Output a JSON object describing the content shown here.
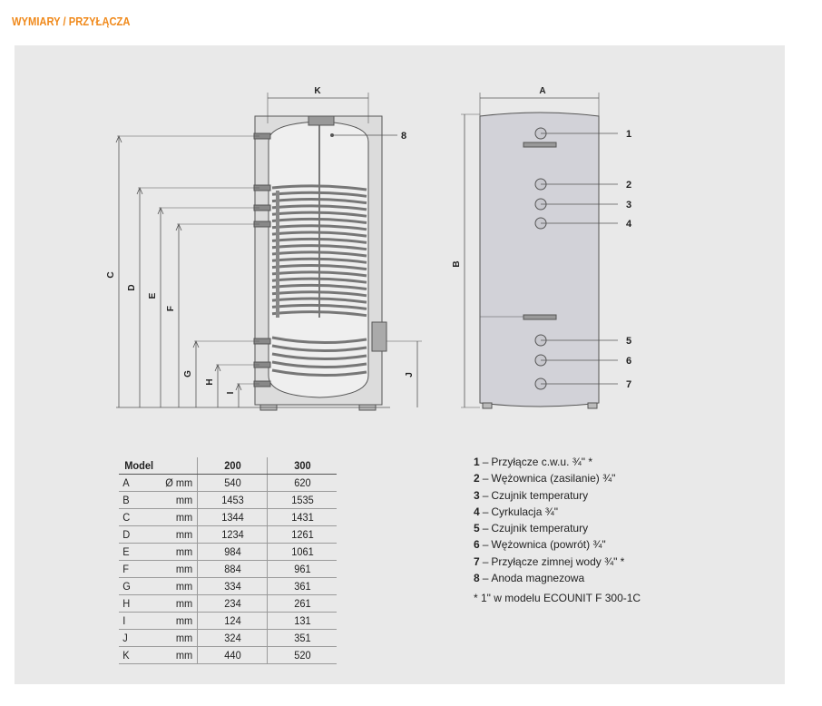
{
  "title": "WYMIARY / PRZYŁĄCZA",
  "diagram": {
    "left_dims": [
      "C",
      "D",
      "E",
      "F",
      "G",
      "H",
      "I"
    ],
    "right_dim": "J",
    "top_dim_left": "K",
    "top_dim_right": "A",
    "height_dim_right": "B",
    "left_callout": "8",
    "right_callouts": [
      "1",
      "2",
      "3",
      "4",
      "5",
      "6",
      "7"
    ]
  },
  "table": {
    "header": {
      "model": "Model",
      "col1": "200",
      "col2": "300"
    },
    "rows": [
      {
        "label": "A",
        "unit": "Ø mm",
        "v200": "540",
        "v300": "620"
      },
      {
        "label": "B",
        "unit": "mm",
        "v200": "1453",
        "v300": "1535"
      },
      {
        "label": "C",
        "unit": "mm",
        "v200": "1344",
        "v300": "1431"
      },
      {
        "label": "D",
        "unit": "mm",
        "v200": "1234",
        "v300": "1261"
      },
      {
        "label": "E",
        "unit": "mm",
        "v200": "984",
        "v300": "1061"
      },
      {
        "label": "F",
        "unit": "mm",
        "v200": "884",
        "v300": "961"
      },
      {
        "label": "G",
        "unit": "mm",
        "v200": "334",
        "v300": "361"
      },
      {
        "label": "H",
        "unit": "mm",
        "v200": "234",
        "v300": "261"
      },
      {
        "label": "I",
        "unit": "mm",
        "v200": "124",
        "v300": "131"
      },
      {
        "label": "J",
        "unit": "mm",
        "v200": "324",
        "v300": "351"
      },
      {
        "label": "K",
        "unit": "mm",
        "v200": "440",
        "v300": "520"
      }
    ]
  },
  "legend": {
    "dash": "–",
    "items": [
      {
        "num": "1",
        "text": "Przyłącze c.w.u. ¾\" *"
      },
      {
        "num": "2",
        "text": "Wężownica (zasilanie) ¾\""
      },
      {
        "num": "3",
        "text": "Czujnik temperatury"
      },
      {
        "num": "4",
        "text": "Cyrkulacja ¾\""
      },
      {
        "num": "5",
        "text": "Czujnik temperatury"
      },
      {
        "num": "6",
        "text": "Wężownica (powrót) ¾\""
      },
      {
        "num": "7",
        "text": "Przyłącze zimnej wody ¾\" *"
      },
      {
        "num": "8",
        "text": "Anoda magnezowa"
      }
    ],
    "footnote": "* 1\" w modelu ECOUNIT F 300-1C"
  }
}
